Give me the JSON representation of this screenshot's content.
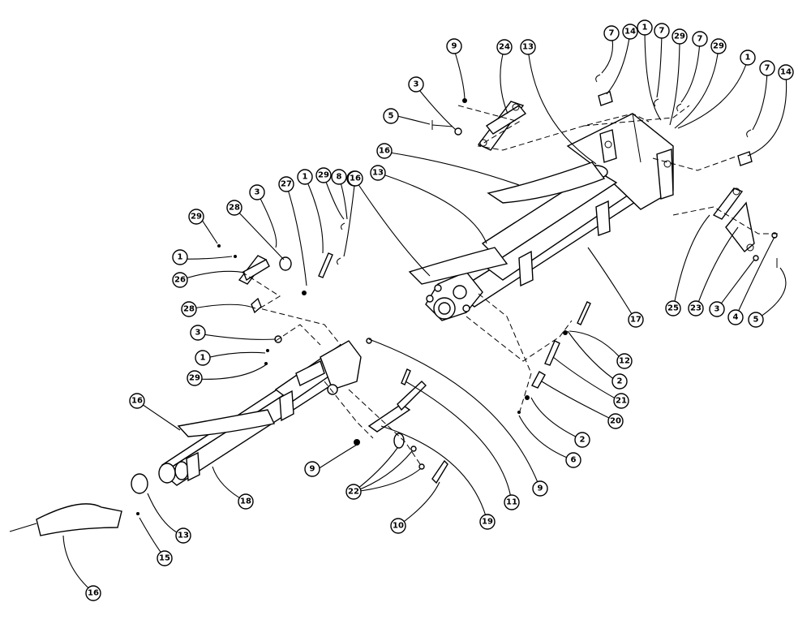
{
  "callouts": [
    "9",
    "24",
    "13",
    "7",
    "14",
    "1",
    "7",
    "29",
    "7",
    "29",
    "1",
    "7",
    "14",
    "3",
    "5",
    "16",
    "13",
    "16",
    "27",
    "1",
    "29",
    "8",
    "16",
    "3",
    "29",
    "28",
    "1",
    "26",
    "28",
    "3",
    "1",
    "29",
    "16",
    "12",
    "17",
    "25",
    "23",
    "3",
    "4",
    "5",
    "2",
    "21",
    "20",
    "2",
    "6",
    "9",
    "19",
    "11",
    "9",
    "22",
    "10",
    "18",
    "13",
    "15",
    "16"
  ]
}
